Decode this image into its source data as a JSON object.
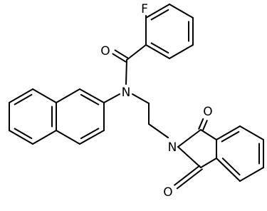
{
  "structure": {
    "kind": "skeletal-formula",
    "atom_labels": {
      "fluorine": "F",
      "amide_oxygen": "O",
      "amide_nitrogen": "N",
      "imide_nitrogen": "N",
      "imide_oxygen_top": "O",
      "imide_oxygen_bottom": "O"
    }
  },
  "style": {
    "bond_color": "#000000",
    "text_color": "#000000",
    "background": "#ffffff"
  }
}
